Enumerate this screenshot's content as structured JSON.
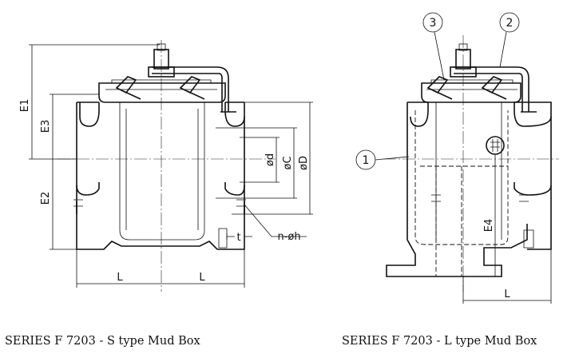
{
  "labels": {
    "e1": "E1",
    "e2": "E2",
    "e3": "E3",
    "e4": "E4",
    "d_inner": "ød",
    "c_pitch": "øC",
    "d_outer": "øD",
    "t": "t",
    "nh": "n-øh",
    "l_left": "L",
    "l_right": "L",
    "l_ltype": "L"
  },
  "callouts": {
    "c1": "1",
    "c2": "2",
    "c3": "3"
  },
  "captions": {
    "s_type": "SERIES F 7203 - S type Mud Box",
    "l_type": "SERIES F 7203 - L type Mud Box"
  }
}
